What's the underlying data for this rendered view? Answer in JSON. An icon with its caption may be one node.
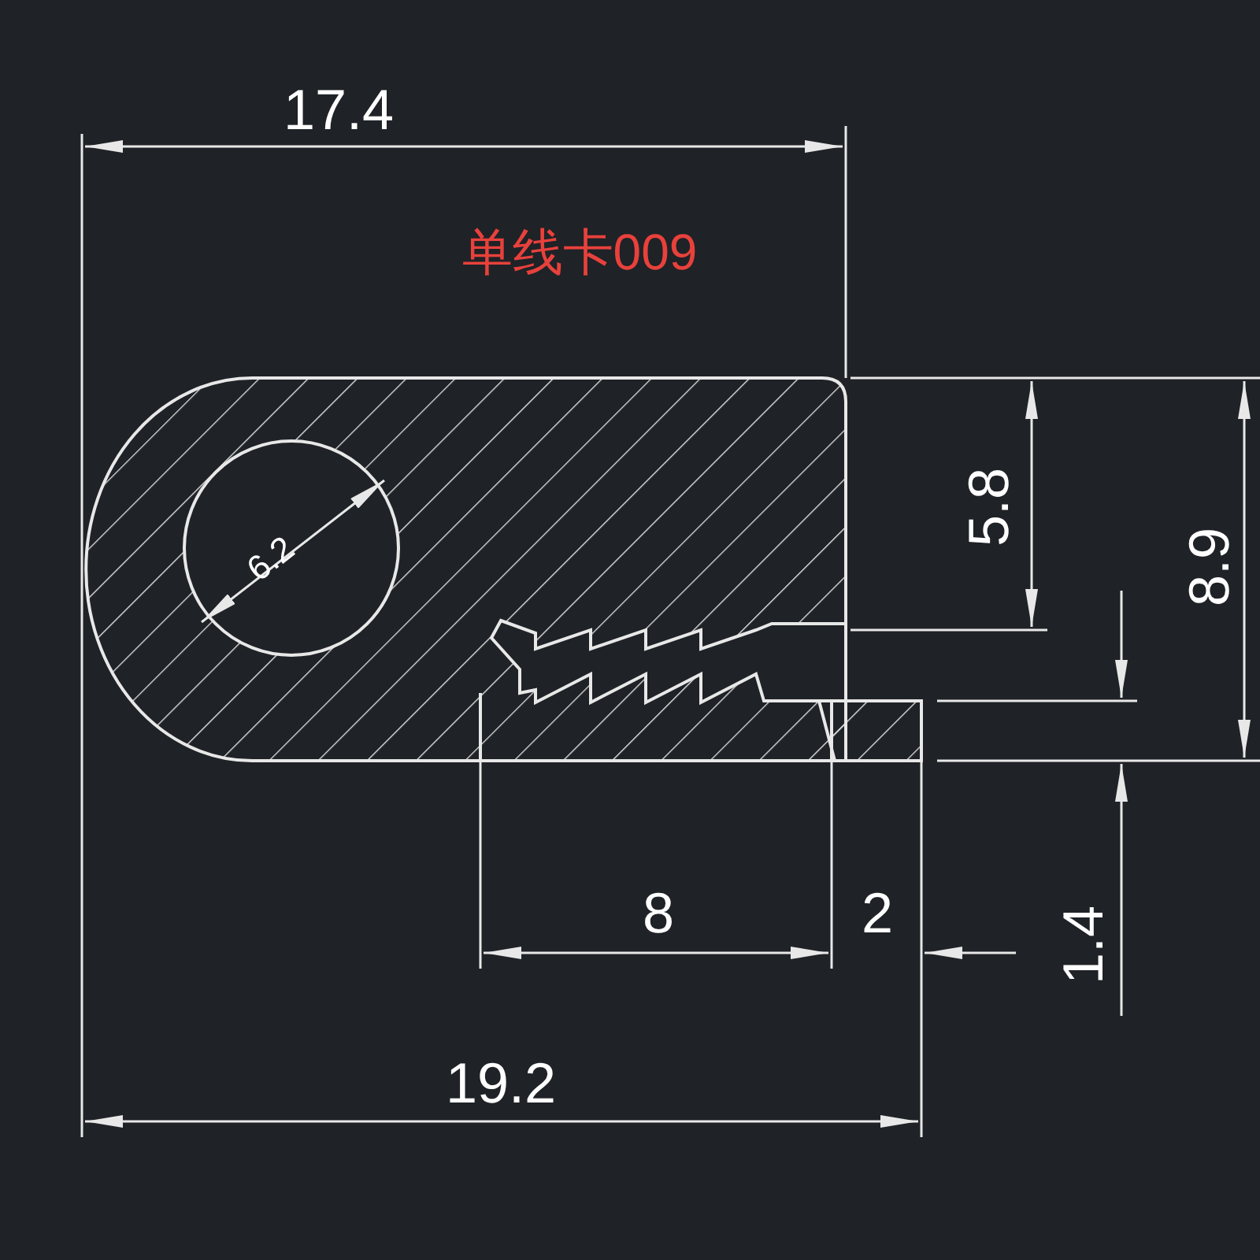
{
  "diagram": {
    "labels": [
      "17.4",
      "单线卡009",
      "6.2",
      "5.8",
      "8.9",
      "8",
      "2",
      "1.4",
      "19.2"
    ]
  }
}
